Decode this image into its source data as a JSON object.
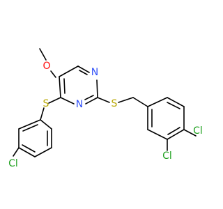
{
  "molecule": {
    "atoms": {
      "methoxy_o": {
        "label": "O",
        "color": "#ff0d0d"
      },
      "ring_n_top": {
        "label": "N",
        "color": "#3050f8"
      },
      "ring_n_bottom": {
        "label": "N",
        "color": "#3050f8"
      },
      "sulfur_left": {
        "label": "S",
        "color": "#b8a700"
      },
      "sulfur_right": {
        "label": "S",
        "color": "#b8a700"
      },
      "chlorine_left": {
        "label": "Cl",
        "color": "#1fa01f"
      },
      "chlorine_right_top": {
        "label": "Cl",
        "color": "#1fa01f"
      },
      "chlorine_right_bottom": {
        "label": "Cl",
        "color": "#1fa01f"
      }
    }
  }
}
